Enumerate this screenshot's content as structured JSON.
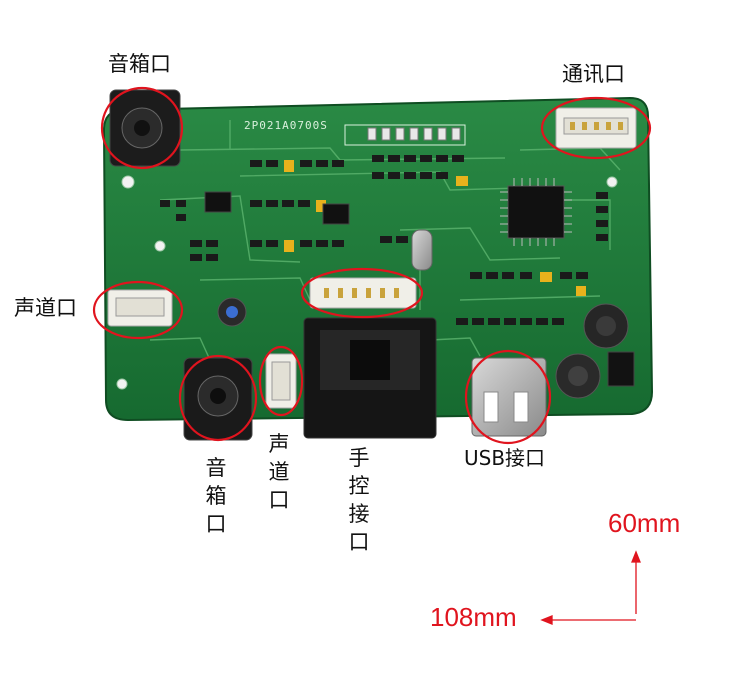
{
  "labels": {
    "speaker_top": "音箱口",
    "comm_port": "通讯口",
    "channel_left": "声道口",
    "speaker_bottom": "音箱口",
    "channel_bottom": "声道口",
    "hand_control": "手控接口",
    "usb_port": "USB接口"
  },
  "board": {
    "silkscreen": "2P021A0700S"
  },
  "dimensions": {
    "height": "60mm",
    "width": "108mm"
  },
  "colors": {
    "pcb": "#1e7a3a",
    "highlight": "#e0141e"
  }
}
